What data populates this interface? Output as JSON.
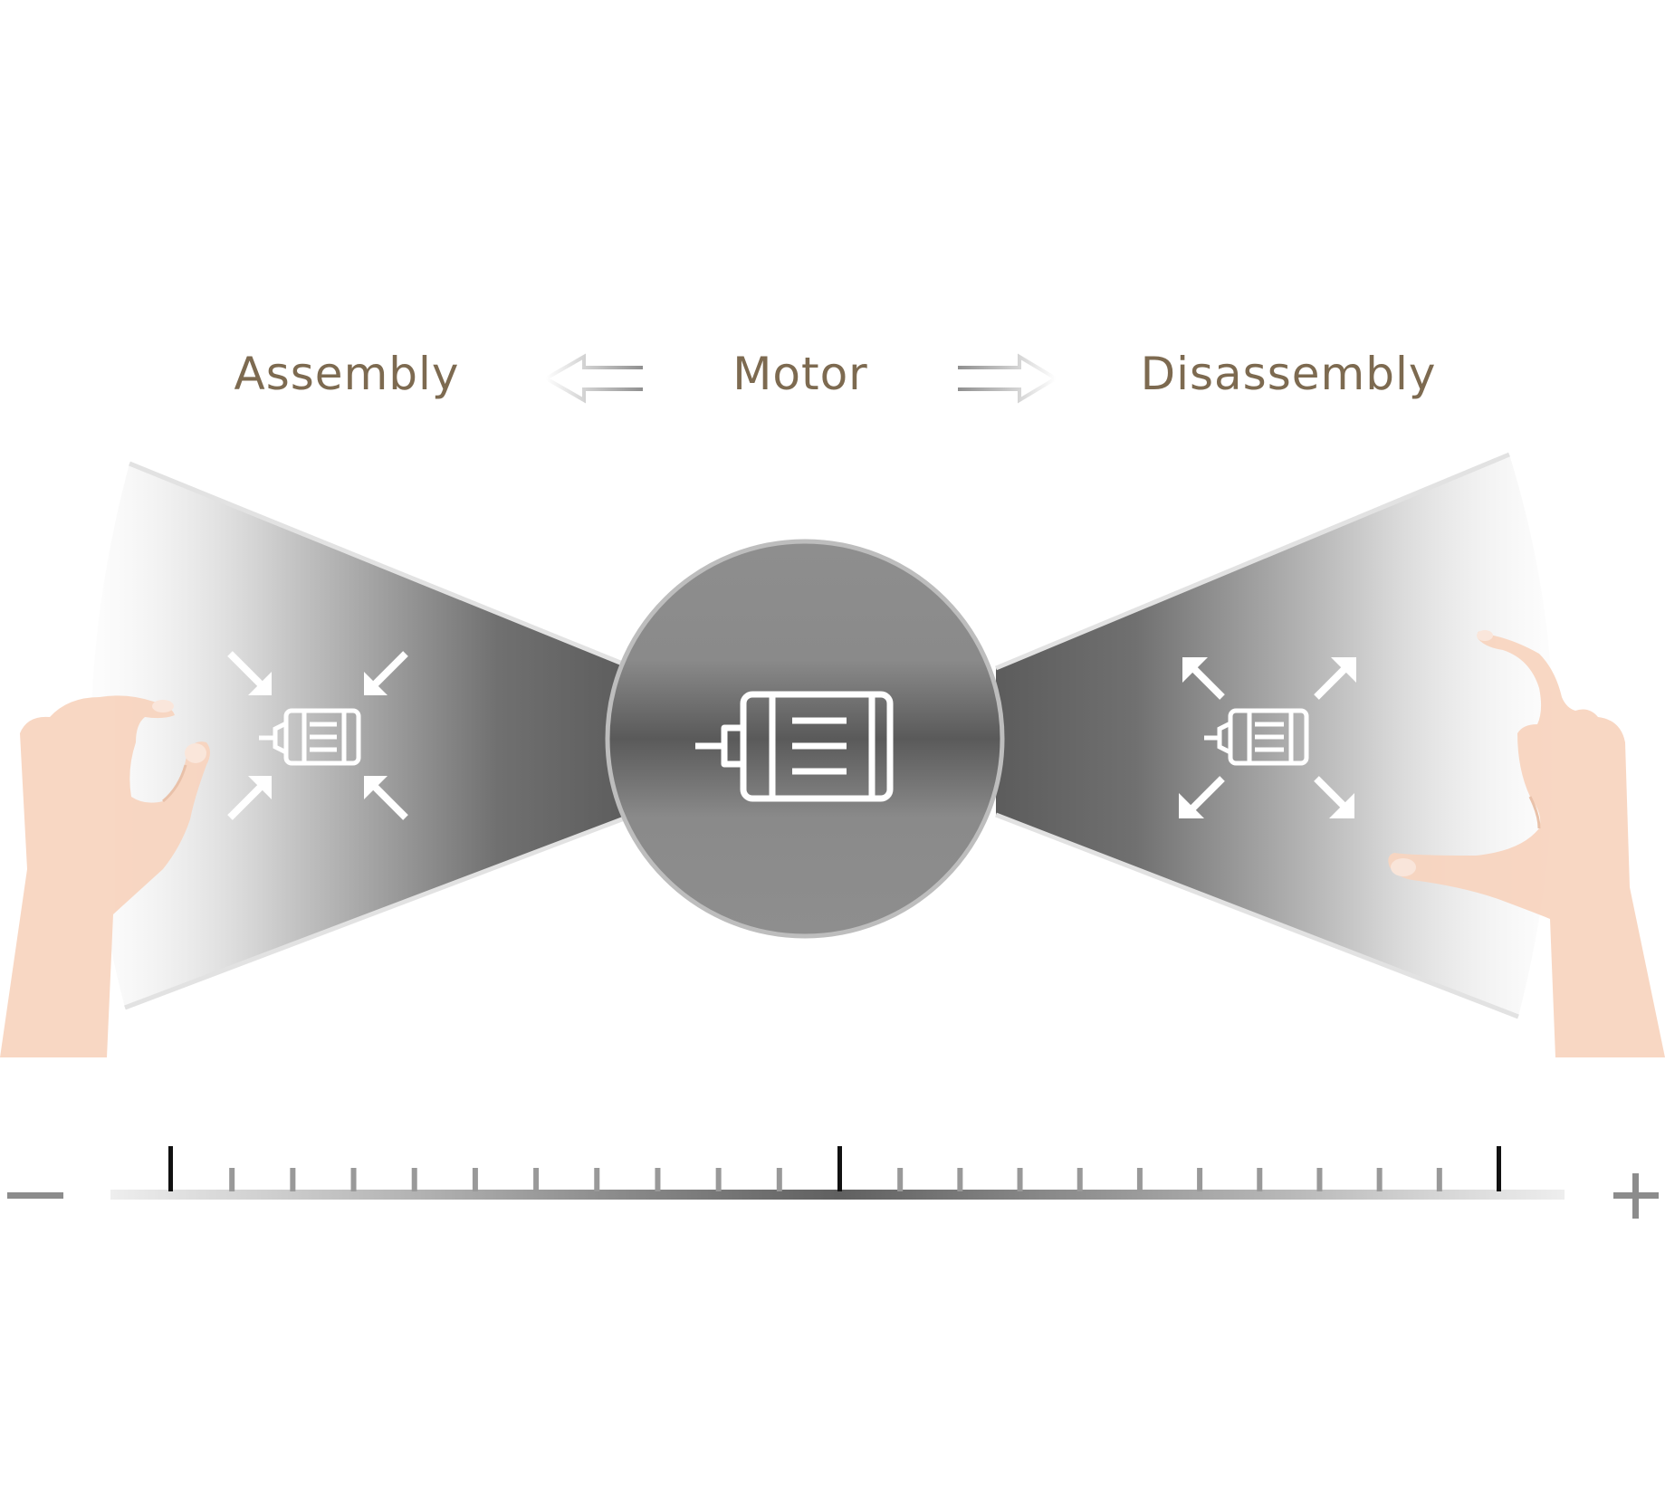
{
  "labels": {
    "left": "Assembly",
    "center": "Motor",
    "right": "Disassembly"
  },
  "scale": {
    "minus": "—",
    "plus": "+",
    "major_ticks": 3,
    "minor_ticks_per_side": 10
  },
  "icons": {
    "center": "motor-icon",
    "left": "motor-compress-icon",
    "right": "motor-expand-icon",
    "left_arrow": "arrow-left-outline-icon",
    "right_arrow": "arrow-right-outline-icon",
    "left_hand": "pinch-in-hand",
    "right_hand": "pinch-out-hand"
  },
  "colors": {
    "label_text": "#7d6a50",
    "hand_skin": "#f8d5c0",
    "gradient_dark": "#5c5c5c",
    "tick": "#111111",
    "minor_tick": "#999999"
  }
}
